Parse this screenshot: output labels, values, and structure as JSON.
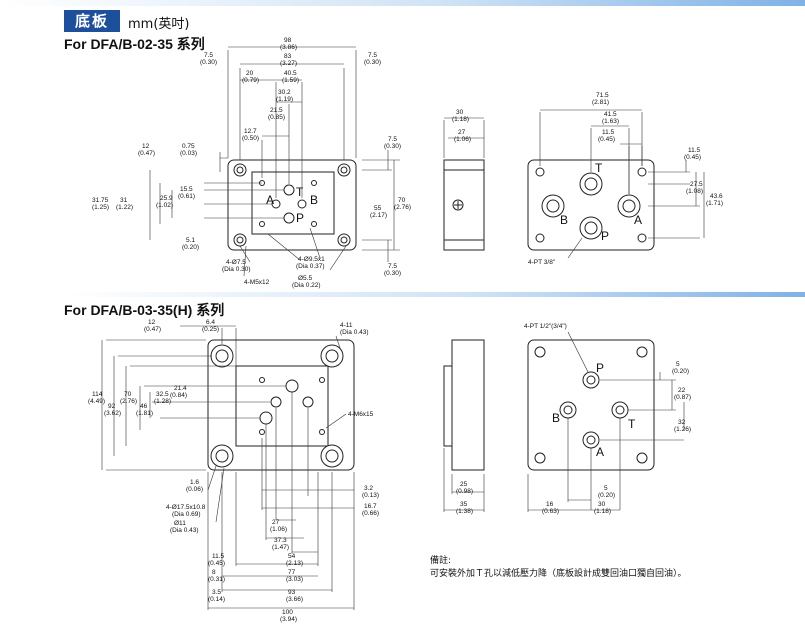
{
  "header": {
    "tag": "底板",
    "unit": "mm(英吋)"
  },
  "section1": {
    "title": "For  DFA/B-02-35 系列",
    "ports_top": [
      "A",
      "T",
      "B",
      "P"
    ],
    "ports_side": [
      "T",
      "B",
      "A",
      "P"
    ],
    "dims": {
      "d98": "98",
      "d98i": "(3.86)",
      "d75a": "7.5",
      "d75ai": "(0.30)",
      "d83": "83",
      "d83i": "(3.27)",
      "d75b": "7.5",
      "d75bi": "(0.30)",
      "d20": "20",
      "d20i": "(0.79)",
      "d405": "40.5",
      "d405i": "(1.59)",
      "d302": "30.2",
      "d302i": "(1.19)",
      "d215": "21.5",
      "d215i": "(0.85)",
      "d127": "12.7",
      "d127i": "(0.50)",
      "d12": "12",
      "d12i": "(0.47)",
      "d075": "0.75",
      "d075i": "(0.03)",
      "d155": "15.5",
      "d155i": "(0.61)",
      "d3175": "31.75",
      "d3175i": "(1.25)",
      "d31": "31",
      "d31i": "(1.22)",
      "d259": "25.9",
      "d259i": "(1.02)",
      "d51": "5.1",
      "d51i": "(0.20)",
      "d75c": "7.5",
      "d75ci": "(0.30)",
      "d55": "55",
      "d55i": "(2.17)",
      "d70": "70",
      "d70i": "(2.76)",
      "d75d": "7.5",
      "d75di": "(0.30)",
      "h4d75": "4-Ø7.5",
      "h4d75i": "(Dia 0.30)",
      "h4d95": "4-Ø9.5x1",
      "h4d95i": "(Dia 0.37)",
      "m5": "4-M5x12",
      "h55": "Ø5.5",
      "h55i": "(Dia 0.22)",
      "s30": "30",
      "s30i": "(1.18)",
      "s27": "27",
      "s27i": "(1.06)",
      "r715": "71.5",
      "r715i": "(2.81)",
      "r415": "41.5",
      "r415i": "(1.63)",
      "r115a": "11.5",
      "r115ai": "(0.45)",
      "r115b": "11.5",
      "r115bi": "(0.45)",
      "r275": "27.5",
      "r275i": "(1.08)",
      "r436": "43.6",
      "r436i": "(1.71)",
      "pt38": "4-PT 3/8\""
    }
  },
  "section2": {
    "title": "For  DFA/B-03-35(H) 系列",
    "ports_side": [
      "P",
      "B",
      "T",
      "A"
    ],
    "dims": {
      "a12": "12",
      "a12i": "(0.47)",
      "a64": "6.4",
      "a64i": "(0.25)",
      "a411": "4-11",
      "a411i": "(Dia 0.43)",
      "a114": "114",
      "a114i": "(4.49)",
      "a92": "92",
      "a92i": "(3.62)",
      "a70": "70",
      "a70i": "(2.76)",
      "a46": "46",
      "a46i": "(1.81)",
      "a325": "32.5",
      "a325i": "(1.28)",
      "a214": "21.4",
      "a214i": "(0.84)",
      "am6": "4-M6x15",
      "a16": "1.6",
      "a16i": "(0.06)",
      "a175": "4-Ø17.5x10.8",
      "a175i": "(Dia 0.69)",
      "a11": "Ø11",
      "a11i": "(Dia 0.43)",
      "a32": "3.2",
      "a32i": "(0.13)",
      "a167": "16.7",
      "a167i": "(0.66)",
      "a27": "27",
      "a27i": "(1.06)",
      "a373": "37.3",
      "a373i": "(1.47)",
      "a54": "54",
      "a54i": "(2.13)",
      "a115": "11.5",
      "a115i": "(0.45)",
      "a77": "77",
      "a77i": "(3.03)",
      "a8": "8",
      "a8i": "(0.31)",
      "a93": "93",
      "a93i": "(3.66)",
      "a35": "3.5",
      "a35i": "(0.14)",
      "a100": "100",
      "a100i": "(3.94)",
      "b25": "25",
      "b25i": "(0.98)",
      "b35": "35",
      "b35i": "(1.38)",
      "cpt": "4-PT 1/2\"(3/4\")",
      "c5": "5",
      "c5i": "(0.20)",
      "c22": "22",
      "c22i": "(0.87)",
      "c32": "32",
      "c32i": "(1.26)",
      "c16": "16",
      "c16i": "(0.63)",
      "c5b": "5",
      "c5bi": "(0.20)",
      "c30": "30",
      "c30i": "(1.18)"
    }
  },
  "note": {
    "title": "備註:",
    "text": "可安裝外加Ｔ孔以減低壓力降（底板設計成雙回油口獨自回油）。"
  }
}
